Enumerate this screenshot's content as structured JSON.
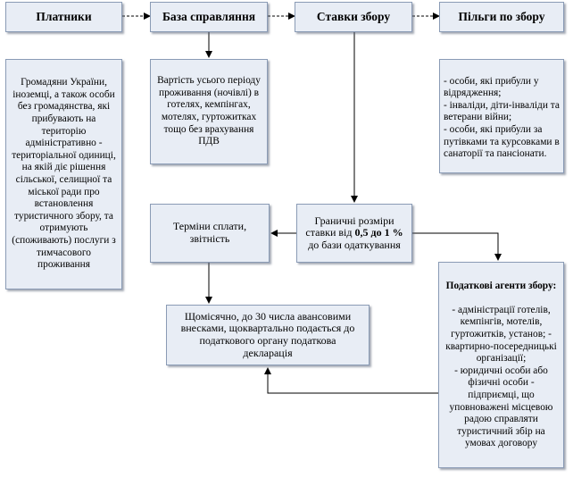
{
  "headers": {
    "payers": "Платники",
    "base": "База справляння",
    "rates": "Ставки збору",
    "benefits": "Пільги по збору"
  },
  "payers_text": "Громадяни України, іноземці, а також особи без громадянства, які прибувають на територію адміністративно - територіальної одиниці, на якій діє рішення сільської, селищної та міської ради про встановлення туристичного збору, та отримують (споживають) послуги з тимчасового проживання",
  "base_text": "Вартість усього періоду проживання (ночівлі) в готелях, кемпінгах, мотелях, гуртожитках тощо без врахування ПДВ",
  "benefits_text": "- особи, які прибули у відрядження;\n- інваліди, діти-інваліди та ветерани війни;\n- особи, які прибули за путівками та курсовками в санаторії та пансіонати.",
  "rates_box": {
    "line1": "Граничні розміри",
    "line2_prefix": "ставки від ",
    "line2_bold": "0,5 до 1 %",
    "line3": "до бази одаткування"
  },
  "terms": "Терміни сплати, звітність",
  "payment": "Щомісячно, до 30 числа авансовими внесками, щоквартально подається до податкового органу податкова декларація",
  "agents": {
    "title": "Податкові агенти збору:",
    "body": "- адміністрації готелів, кемпінгів, мотелів, гуртожитків, установ; - квартирно-посередницькі організації;\n- юридичні особи або фізичні особи - підприємці, що уповноважені місцевою радою справляти туристичний збір на умовах договору"
  },
  "colors": {
    "box_fill": "#e8edf5",
    "box_border": "#8a9bb5",
    "connector": "#000000"
  }
}
